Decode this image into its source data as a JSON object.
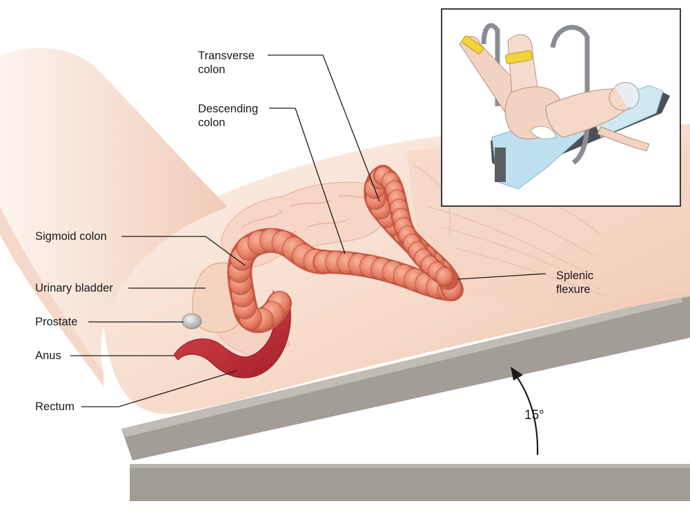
{
  "labels": {
    "transverse_colon": [
      "Transverse",
      "colon"
    ],
    "descending_colon": [
      "Descending",
      "colon"
    ],
    "sigmoid_colon": "Sigmoid colon",
    "urinary_bladder": "Urinary bladder",
    "prostate": "Prostate",
    "anus": "Anus",
    "rectum": "Rectum",
    "splenic_flexure": [
      "Splenic",
      "flexure"
    ],
    "angle": "15°"
  },
  "colors": {
    "skin_light": "#fbeae0",
    "skin_mid": "#f2cdb8",
    "skin_shadow": "#e6b39b",
    "colon": "#e8836a",
    "colon_dark": "#c85a44",
    "small_bowel": "#f6cfc0",
    "rectum": "#c0303a",
    "table": "#a39d97",
    "table_dark": "#7a746f",
    "drape": "#bfe0ee"
  }
}
